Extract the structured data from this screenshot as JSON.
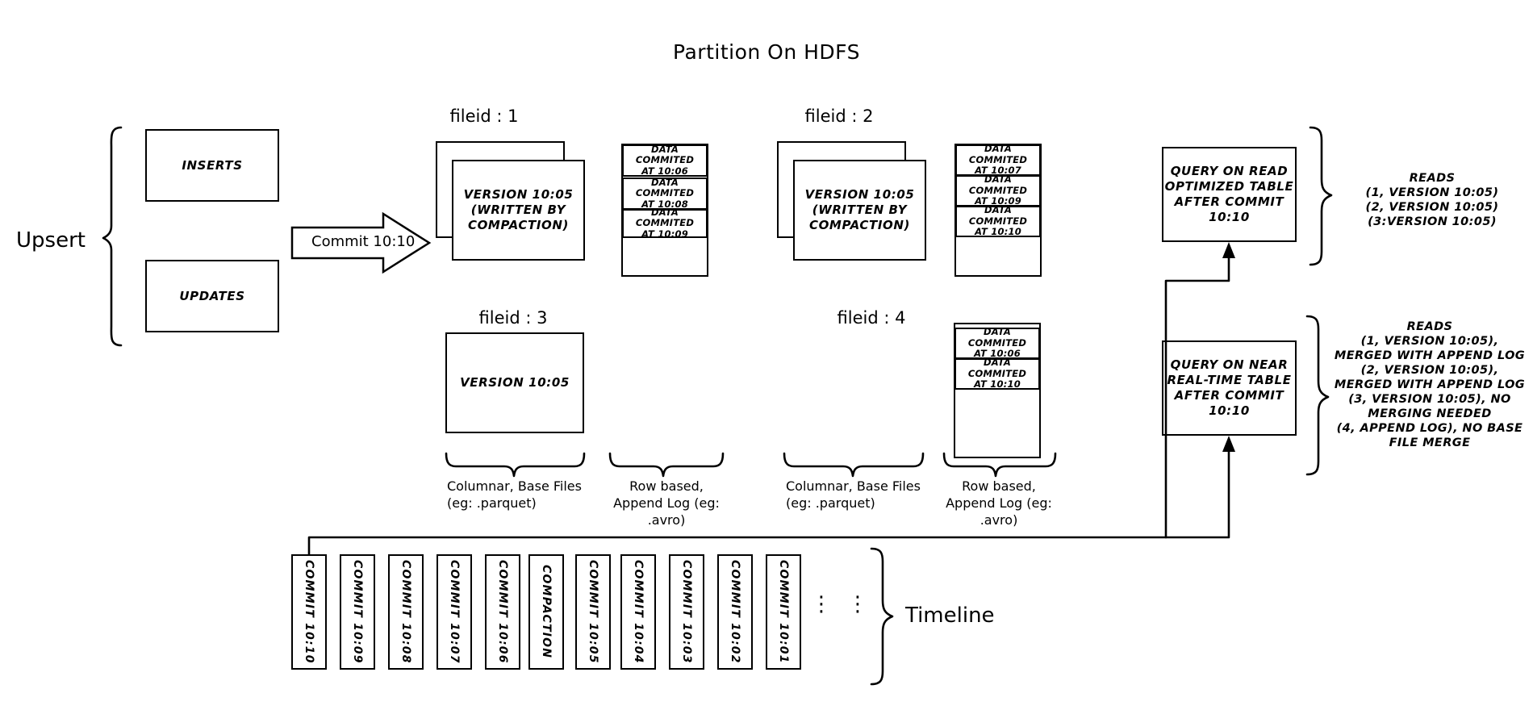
{
  "title": "Partition On HDFS",
  "left": {
    "upsert_label": "Upsert",
    "inserts_label": "INSERTS",
    "updates_label": "UPDATES",
    "commit_arrow_label": "Commit 10:10"
  },
  "file_groups": [
    {
      "id": "fileid-1",
      "header": "fileid : 1",
      "base_file": "VERSION 10:05\n(WRITTEN BY\nCOMPACTION)",
      "base_file_stacked": true,
      "log_entries": [
        "DATA COMMITED\nAT 10:06",
        "DATA COMMITED\nAT 10:08",
        "DATA COMMITED\nAT 10:09"
      ]
    },
    {
      "id": "fileid-2",
      "header": "fileid : 2",
      "base_file": "VERSION 10:05\n(WRITTEN BY\nCOMPACTION)",
      "base_file_stacked": true,
      "log_entries": [
        "DATA COMMITED\nAT 10:07",
        "DATA COMMITED\nAT 10:09",
        "DATA COMMITED\nAT 10:10"
      ]
    },
    {
      "id": "fileid-3",
      "header": "fileid : 3",
      "base_file": "VERSION 10:05",
      "base_file_stacked": false,
      "log_entries": []
    },
    {
      "id": "fileid-4",
      "header": "fileid : 4",
      "base_file": "",
      "base_file_stacked": false,
      "log_entries": [
        "DATA COMMITED\nAT 10:06",
        "DATA COMMITED\nAT 10:10"
      ]
    }
  ],
  "captions": {
    "columnar_left": "Columnar, Base Files\n(eg: .parquet)",
    "rowlog_left": "Row based,\nAppend Log  (eg:\n.avro)",
    "columnar_right": "Columnar, Base Files\n(eg: .parquet)",
    "rowlog_right": "Row based,\nAppend Log  (eg:\n.avro)"
  },
  "queries": [
    {
      "id": "read-optimized",
      "box_label": "QUERY ON READ\nOPTIMIZED TABLE\nAFTER COMMIT\n10:10",
      "reads_label": "READS\n(1, VERSION 10:05)\n(2, VERSION 10:05)\n(3:VERSION 10:05)"
    },
    {
      "id": "near-real-time",
      "box_label": "QUERY ON NEAR\nREAL-TIME TABLE\nAFTER COMMIT\n10:10",
      "reads_label": "READS\n(1, VERSION 10:05),\nMERGED WITH APPEND LOG\n(2, VERSION 10:05),\nMERGED WITH APPEND LOG\n(3, VERSION 10:05), NO\nMERGING NEEDED\n(4, APPEND LOG), NO BASE\nFILE MERGE"
    }
  ],
  "timeline": {
    "label": "Timeline",
    "ellipsis": "⋮",
    "items": [
      "COMMIT  10:10",
      "COMMIT  10:09",
      "COMMIT  10:08",
      "COMMIT  10:07",
      "COMMIT  10:06",
      "COMPACTION",
      "COMMIT  10:05",
      "COMMIT  10:04",
      "COMMIT  10:03",
      "COMMIT  10:02",
      "COMMIT  10:01"
    ]
  },
  "colors": {
    "stroke": "#000000",
    "background": "#ffffff"
  }
}
